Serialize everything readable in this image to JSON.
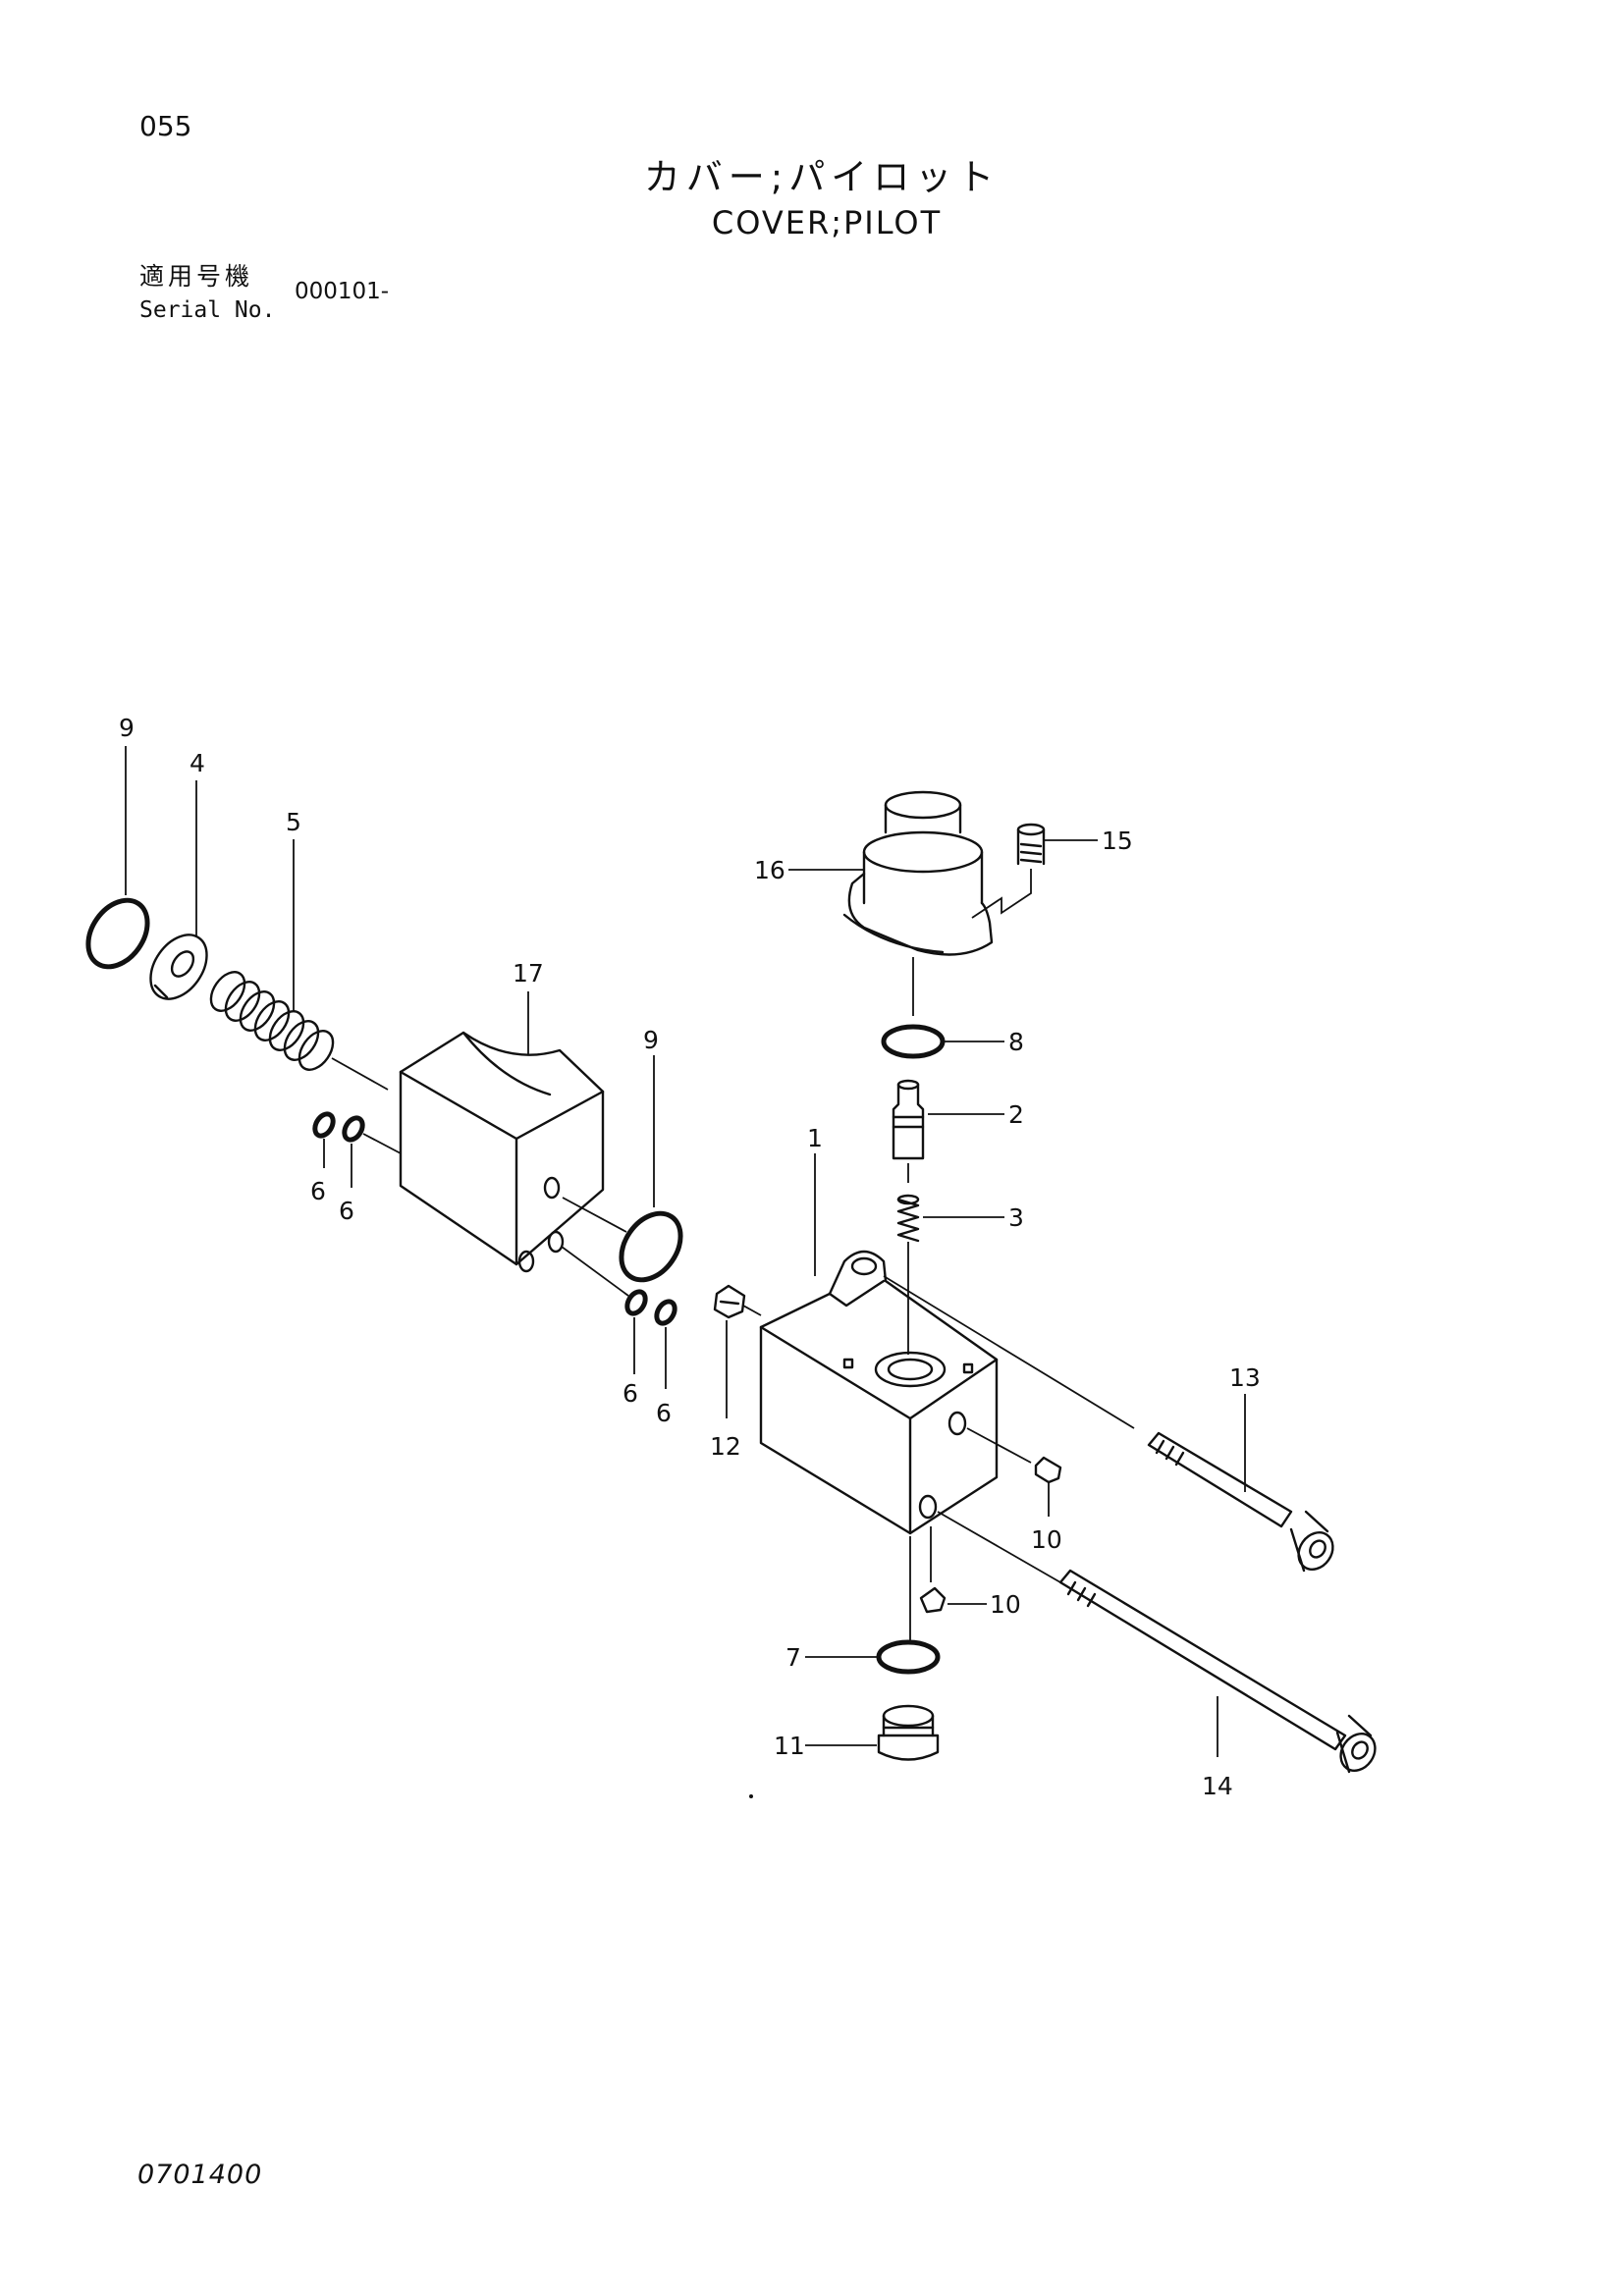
{
  "header": {
    "page_number": "055",
    "title_jp": "カバー;パイロット",
    "title_en": "COVER;PILOT",
    "serial_label_jp": "適用号機",
    "serial_label_en": "Serial No.",
    "serial_value": "000101-"
  },
  "footer": {
    "doc_code": "0701400"
  },
  "callouts": {
    "p1": "1",
    "p2": "2",
    "p3": "3",
    "p4": "4",
    "p5": "5",
    "p6a": "6",
    "p6b": "6",
    "p6c": "6",
    "p6d": "6",
    "p7": "7",
    "p8": "8",
    "p9a": "9",
    "p9b": "9",
    "p10a": "10",
    "p10b": "10",
    "p11": "11",
    "p12": "12",
    "p13": "13",
    "p14": "14",
    "p15": "15",
    "p16": "16",
    "p17": "17"
  }
}
